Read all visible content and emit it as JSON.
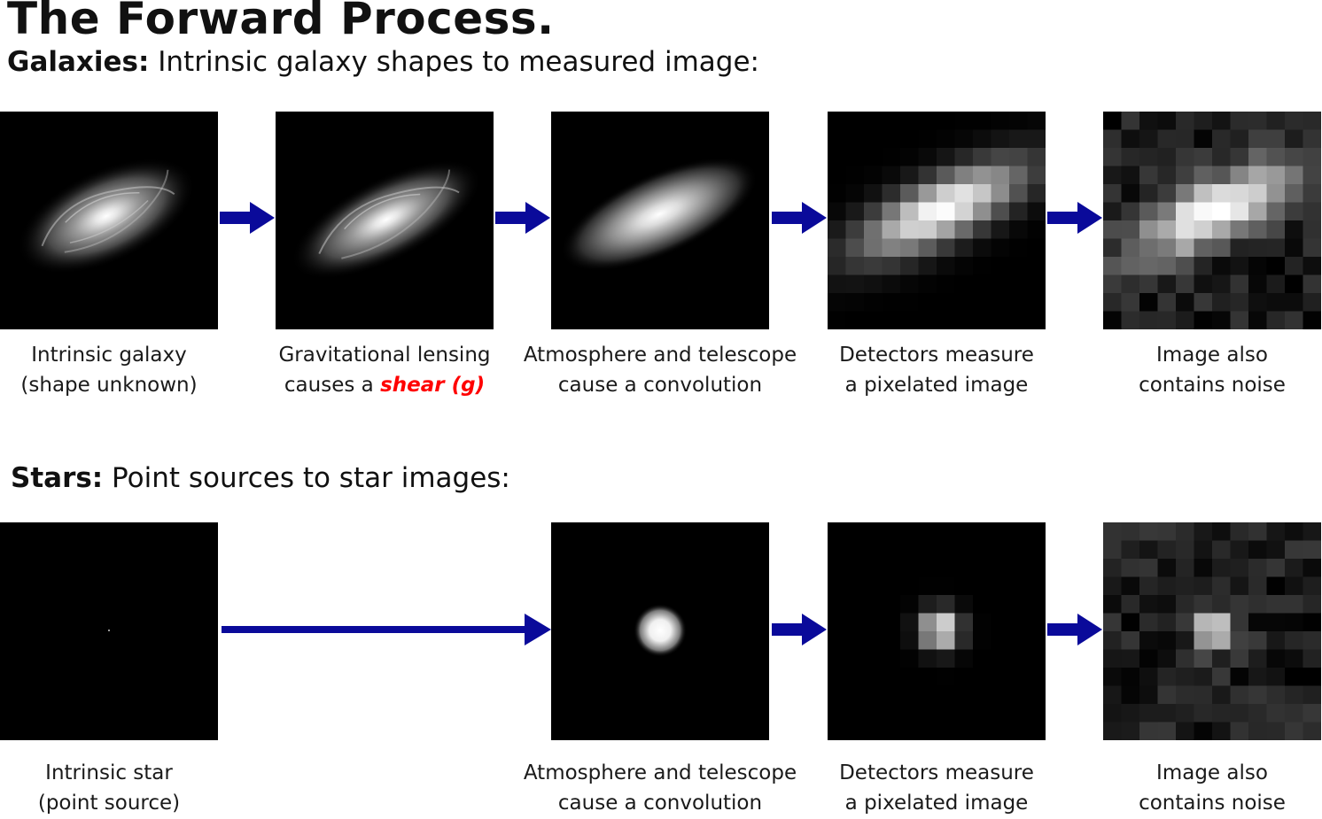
{
  "title": "The Forward Process.",
  "galaxies": {
    "heading_bold": "Galaxies:",
    "heading_rest": " Intrinsic galaxy shapes to measured image:",
    "captions": [
      {
        "line1": "Intrinsic galaxy",
        "line2": "(shape unknown)"
      },
      {
        "line1": "Gravitational lensing",
        "line2_prefix": "causes a ",
        "line2_emph": "shear (g)"
      },
      {
        "line1": "Atmosphere and telescope",
        "line2": "cause a convolution"
      },
      {
        "line1": "Detectors measure",
        "line2": "a pixelated image"
      },
      {
        "line1": "Image also",
        "line2": "contains noise"
      }
    ]
  },
  "stars": {
    "heading_bold": "Stars:",
    "heading_rest": " Point sources to star images:",
    "captions": [
      {
        "line1": "Intrinsic star",
        "line2": "(point source)"
      },
      {
        "line1": "Atmosphere and telescope",
        "line2": "cause a convolution"
      },
      {
        "line1": "Detectors measure",
        "line2": "a pixelated image"
      },
      {
        "line1": "Image also",
        "line2": "contains noise"
      }
    ]
  },
  "colors": {
    "arrow": "#0a0a9a",
    "emphasis": "#ff0000",
    "panel_bg": "#000000"
  }
}
